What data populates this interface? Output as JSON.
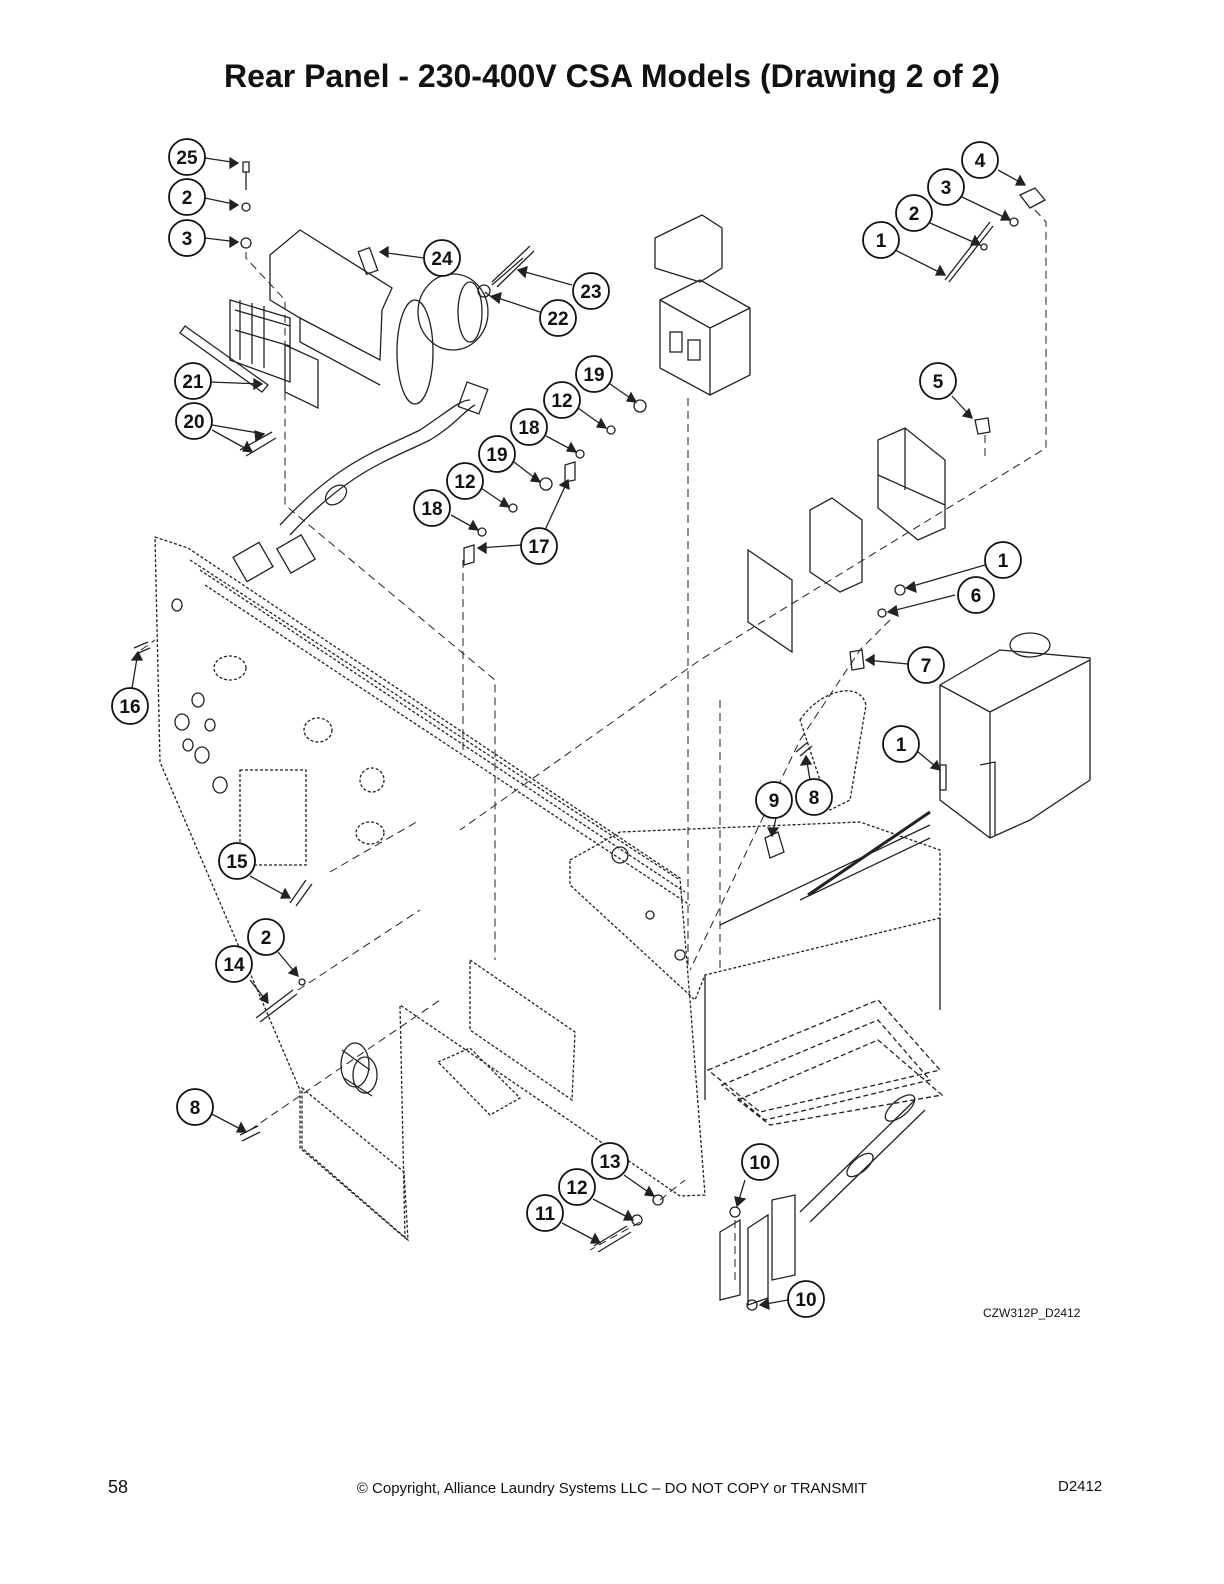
{
  "title": "Rear Panel - 230-400V CSA Models (Drawing 2 of 2)",
  "drawing_code": "CZW312P_D2412",
  "footer": {
    "page_number": "58",
    "copyright": "© Copyright, Alliance Laundry Systems LLC – DO NOT COPY or TRANSMIT",
    "doc_code": "D2412"
  },
  "callouts": [
    "25",
    "2",
    "3",
    "24",
    "23",
    "22",
    "21",
    "20",
    "4",
    "3",
    "2",
    "1",
    "19",
    "12",
    "18",
    "19",
    "12",
    "18",
    "17",
    "5",
    "1",
    "6",
    "7",
    "16",
    "1",
    "9",
    "8",
    "15",
    "2",
    "14",
    "8",
    "13",
    "12",
    "11",
    "10",
    "10"
  ]
}
